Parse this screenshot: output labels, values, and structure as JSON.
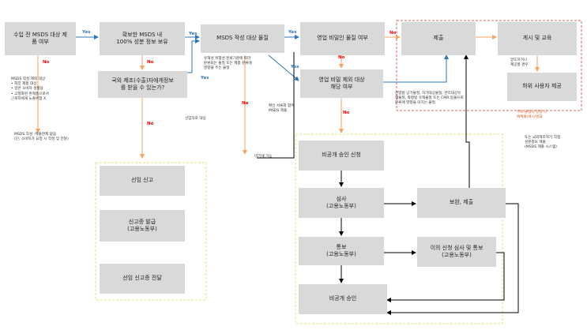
{
  "boxes": {
    "b1": "수입 전 MSDS 대상 제\n품 여부",
    "b2": "확보한 MSDS 내\n100% 성분 정보 보유",
    "b3": "MSDS 작성 대상 물질",
    "b4": "영업 비밀인 물질 여부",
    "b5": "제출",
    "b6": "게시 및 교육",
    "b7": "국외 제조(수출)자에게정보\n를 받을 수 있는가?",
    "b8": "영업 비밀 제외 대상\n해당 여부",
    "b9": "하위 사용자 제공",
    "b10": "비공개 승인 신청",
    "b11": "심사\n(고용노동부)",
    "b12": "보완, 제출",
    "b13": "통보\n(고용노동부)",
    "b14": "이의 신청 심사 및 통보\n(고용노동부)",
    "b15": "비공개 승인",
    "b16": "선임 신고",
    "b17": "신고증 발급\n(고용노동부)",
    "b18": "선임 신고증 전달"
  },
  "labels": {
    "yes": "Yes",
    "no": "No"
  },
  "notes": {
    "n1": "MSDS 작성 제외 대상\n•     화장 제품 대상\n•     일반 소비자 생활용\n•     고형화된 완제품으로서\n   근로자에게 노출위험 X",
    "n2": "MSDS 작성 -제출면제 없음\n(단, 소비자가 요청 시 작성 및 전달)",
    "n3": "선임자로 대응",
    "n4": "유해성 위험성 분류기준에 따라\n분류되는 물질 또는 제품 분류에\n영향을 주는 물질",
    "n5": "확인 서류와 함께\nMSDS 제출",
    "n6": "미기재 가능",
    "n7": "산업법 공기물질, 허가대상물질, 관리대상유\n해물질, 화평법 유해물질 또는 CMR 등물으로\n분류에 영향을 미치는 물질",
    "n8": "양도하거나\n제공할 경우",
    "n9": "주로 물질시 발생 시\n매체출/게시/발표",
    "n10": "또는 국외제조자가 직접\n성분정보 제출\n(MSDS 제출 시스템)"
  },
  "colors": {
    "yes": "#2e75b6",
    "no": "#ff0000",
    "orange": "#f4a460",
    "dashed_red": "#e06060",
    "dashed_yellow": "#e8e080",
    "box": "#d9d9d9",
    "line": "#000000"
  }
}
